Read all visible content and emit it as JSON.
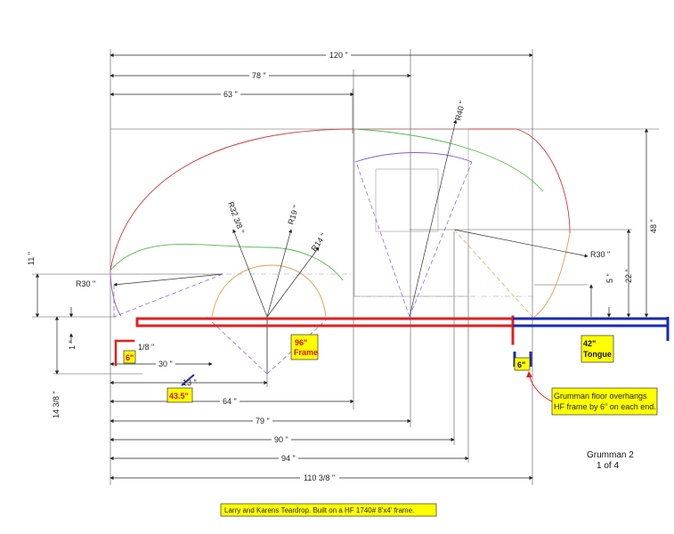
{
  "colors": {
    "frame": "#e02020",
    "tongue": "#1a2ab0",
    "label_bg": "#ffff00",
    "profile_red": "#cc3b3b",
    "profile_green": "#54b84a",
    "profile_orange": "#e0a050",
    "profile_purple": "#8a5cc8"
  },
  "dims": {
    "d120": "120 \"",
    "d78": "78 \"",
    "d63": "63 \"",
    "d30": "30 \"",
    "d64": "64 \"",
    "d79": "79 \"",
    "d90": "90 \"",
    "d94": "94 \"",
    "d110": "110 3/8 \"",
    "v11": "11 \"",
    "v1": "1 \"",
    "v14": "14 3/8 \"",
    "v48": "48 \"",
    "v22": "22 \"",
    "v5": "5 \"",
    "one_eighth": "1/8 \"",
    "blue_mark": "13 \""
  },
  "radii": {
    "r30_left": "R30 \"",
    "r32": "R32 3/8 \"",
    "r19": "R19 \"",
    "r14": "R14 \"",
    "r40": "R40 \"",
    "r30_right": "R30 \""
  },
  "boxes": {
    "b6_left": "6\"",
    "b43": "43.5\"",
    "frame_l1": "96\"",
    "frame_l2": "Frame",
    "tongue_l1": "42\"",
    "tongue_l2": "Tongue",
    "b6_right": "6\""
  },
  "note": {
    "line1": "Grumman floor overhangs",
    "line2": "HF frame by 6\" on each end."
  },
  "caption": "Larry and Karens Teardrop. Built on a HF 1740# 8'x4' frame.",
  "title": {
    "line1": "Grumman 2",
    "line2": "1 of 4"
  }
}
